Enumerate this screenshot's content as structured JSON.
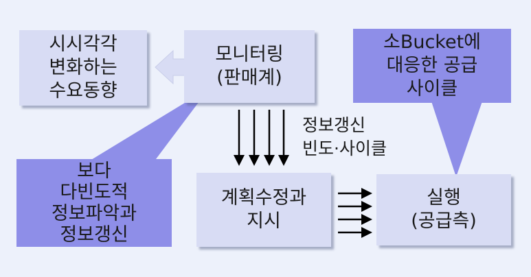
{
  "diagram": {
    "changing_demand": {
      "lines": [
        "시시각각",
        "변화하는",
        "수요동향"
      ]
    },
    "monitoring": {
      "lines": [
        "모니터링",
        "(판매계)"
      ]
    },
    "small_bucket": {
      "lines": [
        "소Bucket에",
        "대응한 공급",
        "사이클"
      ]
    },
    "update_label": {
      "lines": [
        "정보갱신",
        "빈도·사이클"
      ]
    },
    "frequent_info": {
      "lines": [
        "보다",
        "다빈도적",
        "정보파악과",
        "정보갱신"
      ]
    },
    "plan_revision": {
      "lines": [
        "계획수정과",
        "지시"
      ]
    },
    "execution": {
      "lines": [
        "실행",
        "(공급측)"
      ]
    }
  },
  "colors": {
    "background": "#edf1fb",
    "light_box": "#d8dcf4",
    "dark_box": "#8e8ee8",
    "arrow": "#000000"
  }
}
